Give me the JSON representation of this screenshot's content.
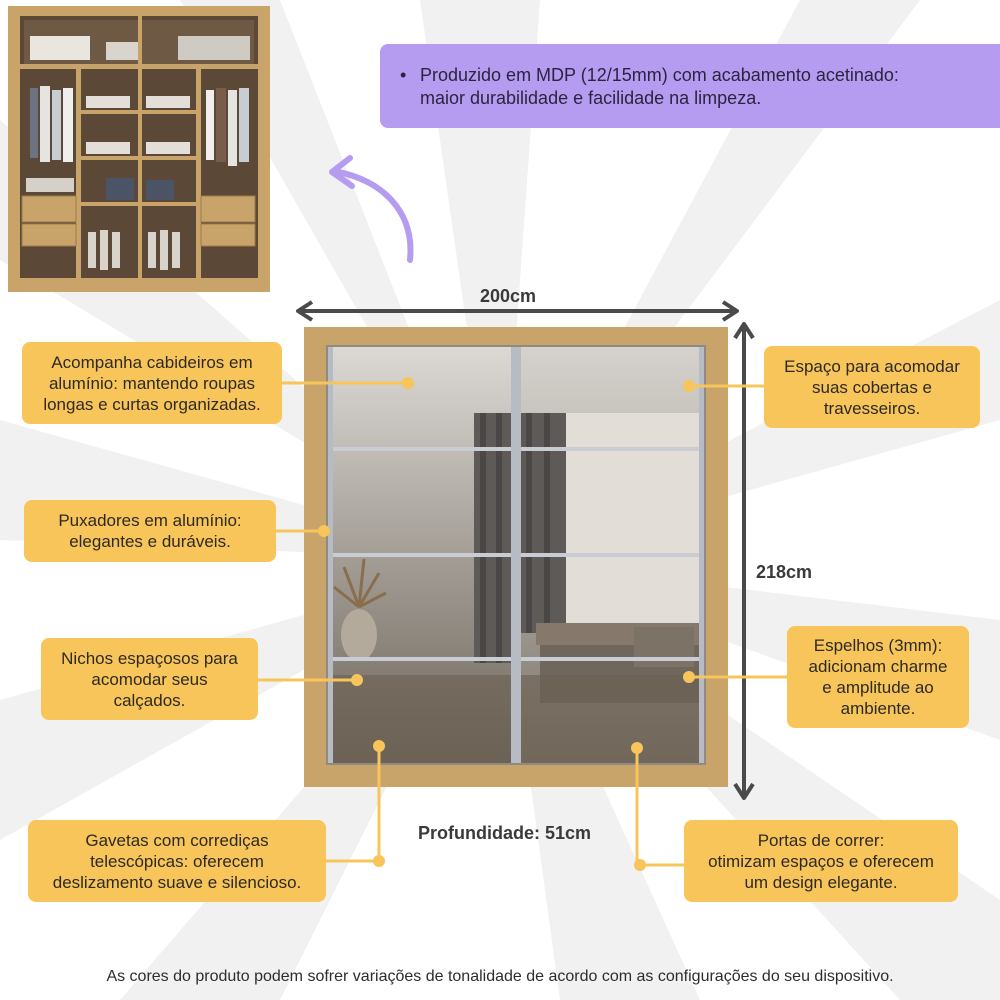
{
  "banner": {
    "line1": "Produzido em MDP (12/15mm) com acabamento acetinado:",
    "line2": "maior durabilidade e facilidade na limpeza."
  },
  "dimensions": {
    "width": "200cm",
    "height": "218cm",
    "depth": "Profundidade: 51cm"
  },
  "callouts": {
    "hangers": [
      "Acompanha cabideiros em",
      "alumínio: mantendo roupas",
      "longas e curtas organizadas."
    ],
    "blankets": [
      "Espaço para acomodar",
      "suas cobertas e",
      "travesseiros."
    ],
    "handles": [
      "Puxadores em alumínio:",
      "elegantes e duráveis."
    ],
    "niches": [
      "Nichos espaçosos para",
      "acomodar seus",
      "calçados."
    ],
    "mirrors": [
      "Espelhos (3mm):",
      "adicionam charme",
      "e amplitude ao",
      "ambiente."
    ],
    "drawers": [
      "Gavetas com corrediças",
      "telescópicas: oferecem",
      "deslizamento suave e silencioso."
    ],
    "doors": [
      "Portas de correr:",
      "otimizam espaços e oferecem",
      "um design elegante."
    ]
  },
  "footer": "As cores do produto podem sofrer variações de tonalidade de acordo com as configurações do seu dispositivo.",
  "colors": {
    "callout": "#f8c55a",
    "banner": "#b59cf0",
    "arrow": "#b59cf0",
    "wood": "#c9a46a"
  }
}
